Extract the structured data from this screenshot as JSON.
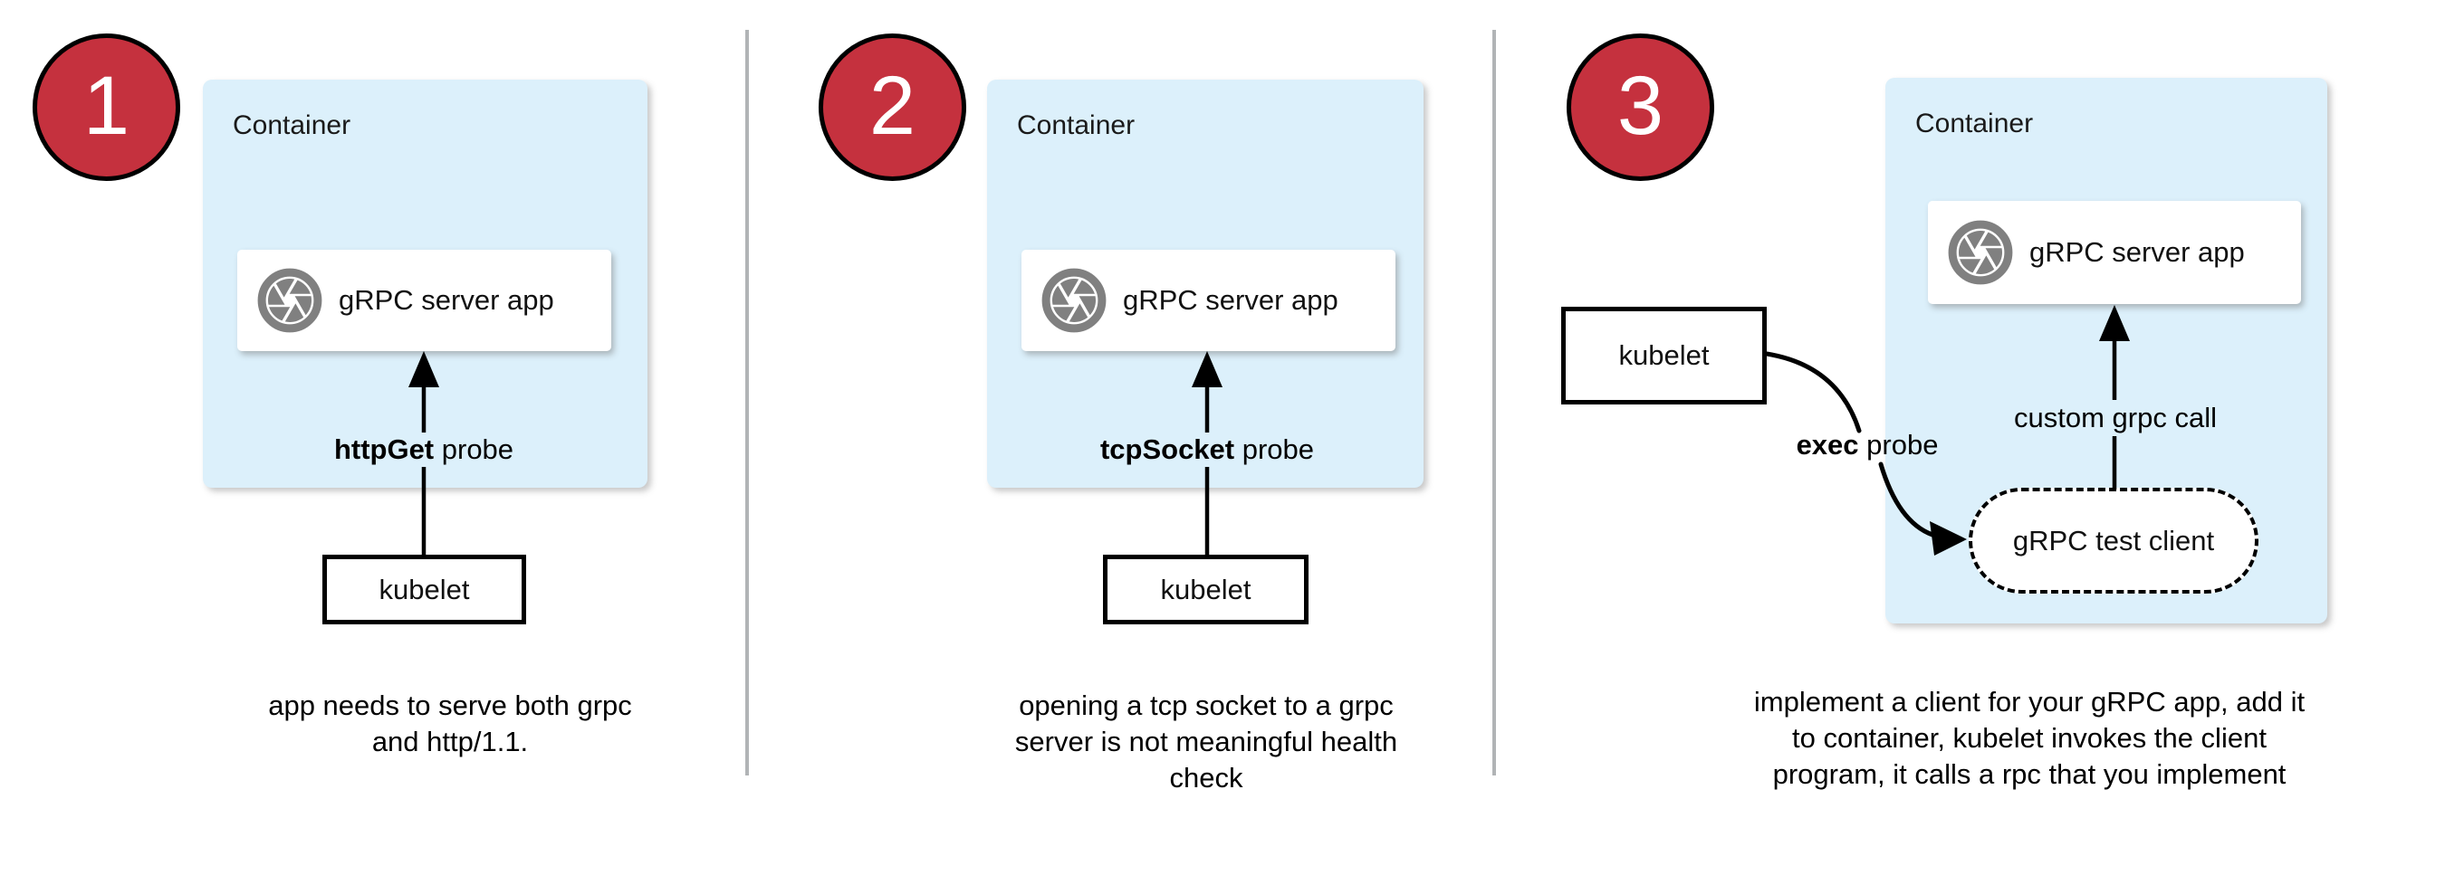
{
  "colors": {
    "container_fill": "#dcf0fb",
    "badge_red": "#c5313e",
    "icon_gray": "#808080",
    "divider_gray": "#b1b4b6",
    "line_black": "#000000"
  },
  "icons": {
    "app_icon": "aperture-icon"
  },
  "panels": [
    {
      "number": "1",
      "container_label": "Container",
      "app_label": "gRPC server app",
      "probe_bold": "httpGet",
      "probe_rest": " probe",
      "kubelet_label": "kubelet",
      "caption_lines": [
        "app needs to serve both grpc",
        "and http/1.1."
      ]
    },
    {
      "number": "2",
      "container_label": "Container",
      "app_label": "gRPC server app",
      "probe_bold": "tcpSocket",
      "probe_rest": " probe",
      "kubelet_label": "kubelet",
      "caption_lines": [
        "opening a tcp socket to a grpc",
        "server is not meaningful health",
        "check"
      ]
    },
    {
      "number": "3",
      "container_label": "Container",
      "app_label": "gRPC server app",
      "probe_bold": "exec",
      "probe_rest": " probe",
      "kubelet_label": "kubelet",
      "custom_call_label": "custom grpc call",
      "test_client_label": "gRPC test client",
      "caption_lines": [
        "implement a client for your gRPC app, add it",
        "to container, kubelet invokes the client",
        "program, it calls a rpc that you implement"
      ]
    }
  ]
}
